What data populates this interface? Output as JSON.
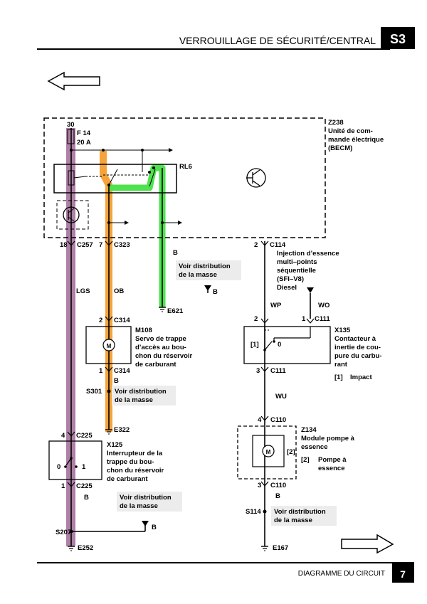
{
  "header": {
    "title": "VERROUILLAGE DE SÉCURITÉ/CENTRAL",
    "section": "S3"
  },
  "footer": {
    "label": "DIAGRAMME DU CIRCUIT",
    "page": "7"
  },
  "colors": {
    "lgs": "#a06a96",
    "ob": "#f5a33a",
    "green": "#4ee24e",
    "note_bg": "#ececec"
  },
  "becm": {
    "id": "Z238",
    "name_lines": [
      "Unité de com-",
      "mande électrique",
      "(BECM)"
    ],
    "fuse_feed": "30",
    "fuse_id": "F 14",
    "fuse_rating": "20 A",
    "relay": "RL6"
  },
  "pins": {
    "c257": {
      "num": "18",
      "conn": "C257"
    },
    "c323": {
      "num": "7",
      "conn": "C323"
    },
    "c114": {
      "num": "2",
      "conn": "C114"
    }
  },
  "wires": {
    "lgs": "LGS",
    "ob": "OB",
    "b": "B",
    "wp": "WP",
    "wo": "WO",
    "wu": "WU"
  },
  "notes": {
    "ground_line1": "Voir distribution",
    "ground_line2": "de la masse"
  },
  "grounds": {
    "e621": "E621",
    "e322": "E322",
    "e252": "E252",
    "e167": "E167"
  },
  "splices": {
    "s301": "S301",
    "s207": "S207",
    "s114": "S114"
  },
  "injection": {
    "lines": [
      "Injection d’essence",
      "multi–points",
      "séquentielle",
      "(SFI–V8)",
      "Diesel"
    ]
  },
  "m108": {
    "id": "M108",
    "lines": [
      "Servo de trappe",
      "d’accès au bou-",
      "chon du réservoir",
      "de carburant"
    ],
    "top_num": "2",
    "top_conn": "C314",
    "bot_num": "1",
    "bot_conn": "C314"
  },
  "x125": {
    "id": "X125",
    "lines": [
      "Interrupteur de la",
      "trappe du bou-",
      "chon du réservoir",
      "de carburant"
    ],
    "top_num": "4",
    "top_conn": "C225",
    "bot_num": "1",
    "bot_conn": "C225",
    "pos0": "0",
    "pos1": "1"
  },
  "x135": {
    "id": "X135",
    "lines": [
      "Contacteur à",
      "inertie de cou-",
      "pure du carbu-",
      "rant"
    ],
    "pin_left_num": "2",
    "pin_right_num": "1",
    "pin_right_conn": "C111",
    "bot_num": "3",
    "bot_conn": "C111",
    "marker": "[1]",
    "pos0": "0",
    "legend_key": "[1]",
    "legend_text": "Impact"
  },
  "z134": {
    "id": "Z134",
    "lines": [
      "Module pompe à",
      "essence"
    ],
    "marker": "[2]",
    "legend_key": "[2]",
    "legend_lines": [
      "Pompe à",
      "essence"
    ],
    "top_num": "4",
    "top_conn": "C110",
    "bot_num": "3",
    "bot_conn": "C110"
  }
}
